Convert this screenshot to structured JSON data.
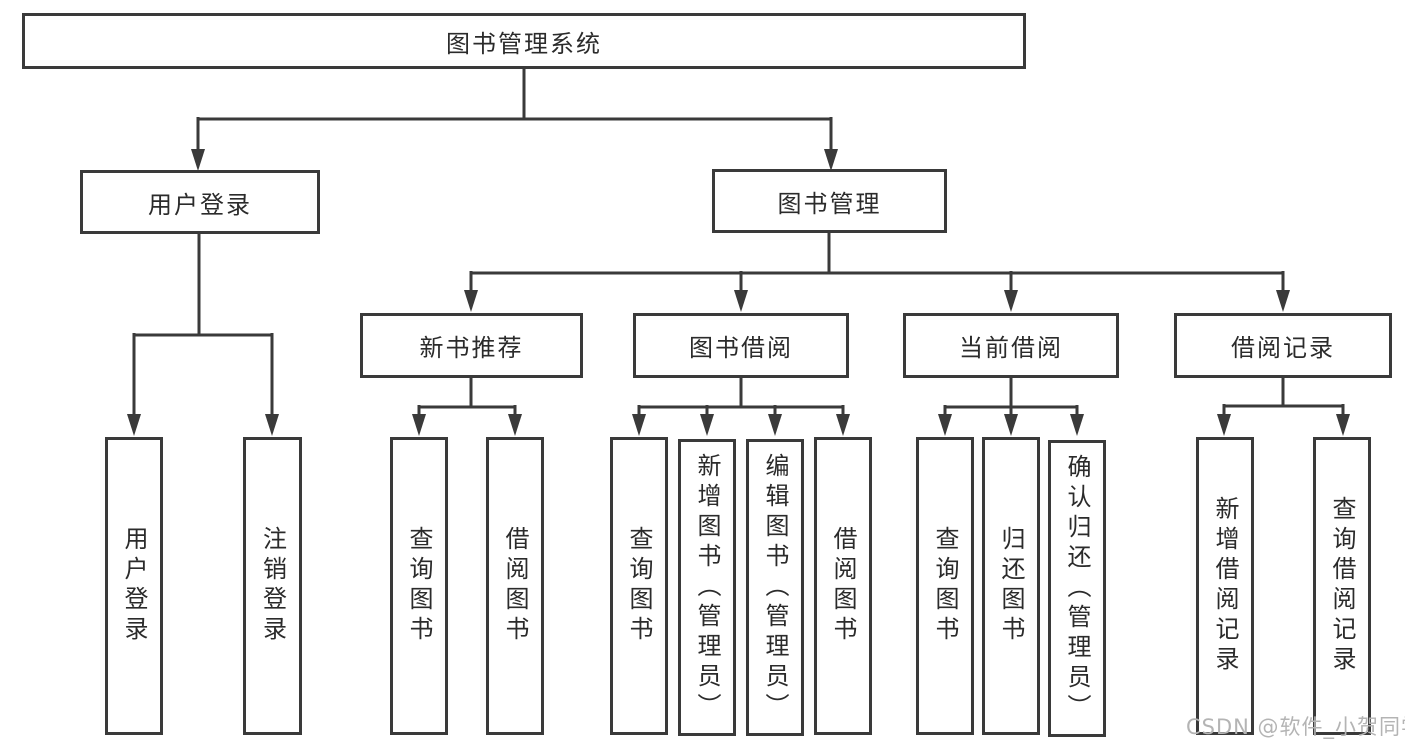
{
  "colors": {
    "line": "#3a3a3a",
    "border": "#3a3a3a",
    "text": "#2b2b2b",
    "watermark": "#b4b4b4",
    "background": "#ffffff"
  },
  "tree": {
    "root": {
      "label": "图书管理系统",
      "children": [
        {
          "label": "用户登录",
          "children": [
            {
              "label": "用户登录"
            },
            {
              "label": "注销登录"
            }
          ]
        },
        {
          "label": "图书管理",
          "children": [
            {
              "label": "新书推荐",
              "children": [
                {
                  "label": "查询图书"
                },
                {
                  "label": "借阅图书"
                }
              ]
            },
            {
              "label": "图书借阅",
              "children": [
                {
                  "label": "查询图书"
                },
                {
                  "label": "新增图书（管理员）"
                },
                {
                  "label": "编辑图书（管理员）"
                },
                {
                  "label": "借阅图书"
                }
              ]
            },
            {
              "label": "当前借阅",
              "children": [
                {
                  "label": "查询图书"
                },
                {
                  "label": "归还图书"
                },
                {
                  "label": "确认归还（管理员）"
                }
              ]
            },
            {
              "label": "借阅记录",
              "children": [
                {
                  "label": "新增借阅记录"
                },
                {
                  "label": "查询借阅记录"
                }
              ]
            }
          ]
        }
      ]
    }
  },
  "watermark": {
    "text": "CSDN @软件_小贺同学"
  }
}
